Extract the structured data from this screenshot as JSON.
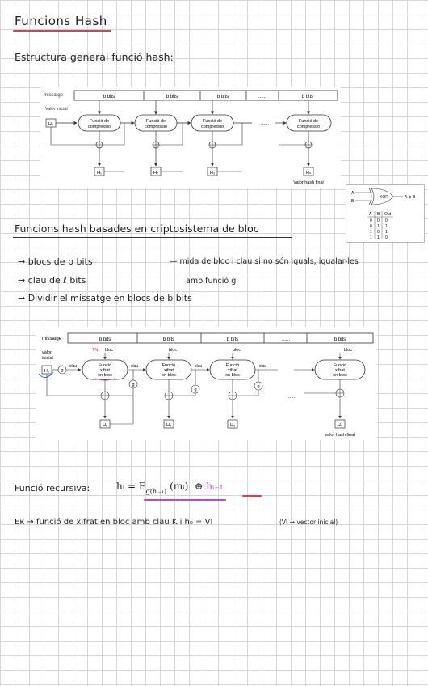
{
  "title": "Funcions Hash",
  "section1": {
    "heading": "Estructura general funció hash:"
  },
  "diagram1": {
    "message_label": "missatge",
    "block_labels": [
      "b bits",
      "b bits",
      "b bits",
      "......",
      "b bits"
    ],
    "initial_value_label": "Valor inicial",
    "h0": "H₀",
    "function_label_1": "Funció de",
    "function_label_2": "compressió",
    "outputs": [
      "H₁",
      "H₂",
      "H₃",
      "Hₙ"
    ],
    "dots": "......",
    "final_label": "Valor hash final"
  },
  "xor_inset": {
    "input_a": "A",
    "input_b": "B",
    "gate": "XOR",
    "output": "A ⊕ B",
    "headers": [
      "A",
      "B",
      "Out"
    ],
    "rows": [
      [
        "0",
        "0",
        "0"
      ],
      [
        "0",
        "1",
        "1"
      ],
      [
        "1",
        "0",
        "1"
      ],
      [
        "1",
        "1",
        "0"
      ]
    ]
  },
  "section2": {
    "heading": "Funcions hash basades en criptosistema de bloc",
    "bullets": [
      "→ blocs de b bits",
      "→ clau de ℓ bits",
      "→ Dividir el missatge en blocs de b bits"
    ],
    "note_line1": "— mida de bloc i clau si no són iguals, igualar-les",
    "note_line2": "amb funció g"
  },
  "diagram2": {
    "message_label": "missatge",
    "block_labels": [
      "b bits",
      "b bits",
      "b bits",
      "......",
      "b bits"
    ],
    "initial_value_label_1": "valor",
    "initial_value_label_2": "inicial",
    "h0": "H₀",
    "g": "g",
    "clau": "clau",
    "bloc": "bloc",
    "annotation": "TN:",
    "function_label_1": "Funció",
    "function_label_2": "xifrat",
    "function_label_3": "en bloc",
    "outputs": [
      "H₁",
      "H₂",
      "H₃",
      "Hₙ"
    ],
    "dots": "......",
    "final_label": "valor hash final"
  },
  "section3": {
    "label": "Funció recursiva:",
    "formula_lhs": "hᵢ = E",
    "formula_sub": "g(hᵢ₋₁)",
    "formula_arg": "(mᵢ)",
    "formula_op": "⊕",
    "formula_last": "hᵢ₋₁"
  },
  "section4": {
    "text": "Eκ → funció de xifrat en bloc amb clau K i h₀ = VI",
    "note": "(VI → vector inicial)"
  }
}
